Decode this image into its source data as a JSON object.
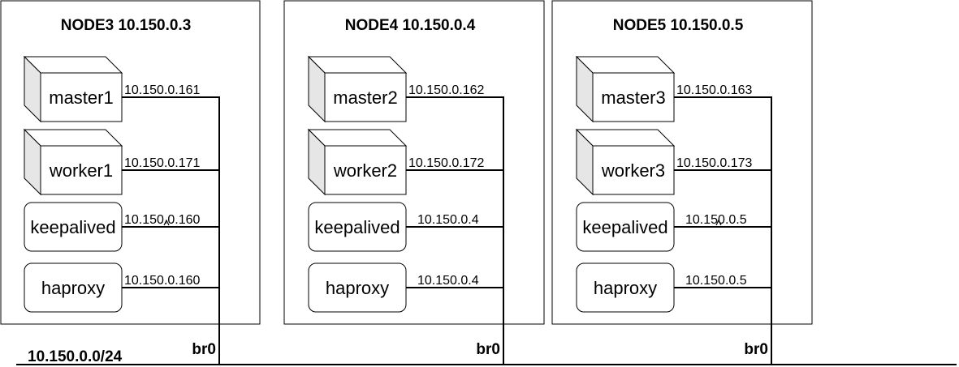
{
  "network": {
    "subnet": "10.150.0.0/24"
  },
  "nodes": [
    {
      "title": "NODE3 10.150.0.3",
      "bridge": "br0",
      "items": [
        {
          "name": "master1",
          "shape": "cube",
          "ip": "10.150.0.161"
        },
        {
          "name": "worker1",
          "shape": "cube",
          "ip": "10.150.0.171"
        },
        {
          "name": "keepalived",
          "shape": "rounded",
          "ip": "10.150.0.160"
        },
        {
          "name": "haproxy",
          "shape": "rounded",
          "ip": "10.150.0.160"
        }
      ]
    },
    {
      "title": "NODE4 10.150.0.4",
      "bridge": "br0",
      "items": [
        {
          "name": "master2",
          "shape": "cube",
          "ip": "10.150.0.162"
        },
        {
          "name": "worker2",
          "shape": "cube",
          "ip": "10.150.0.172"
        },
        {
          "name": "keepalived",
          "shape": "rounded",
          "ip": "10.150.0.4"
        },
        {
          "name": "haproxy",
          "shape": "rounded",
          "ip": "10.150.0.4"
        }
      ]
    },
    {
      "title": "NODE5 10.150.0.5",
      "bridge": "br0",
      "items": [
        {
          "name": "master3",
          "shape": "cube",
          "ip": "10.150.0.163"
        },
        {
          "name": "worker3",
          "shape": "cube",
          "ip": "10.150.0.173"
        },
        {
          "name": "keepalived",
          "shape": "rounded",
          "ip": "10.150.0.5"
        },
        {
          "name": "haproxy",
          "shape": "rounded",
          "ip": "10.150.0.5"
        }
      ]
    }
  ]
}
